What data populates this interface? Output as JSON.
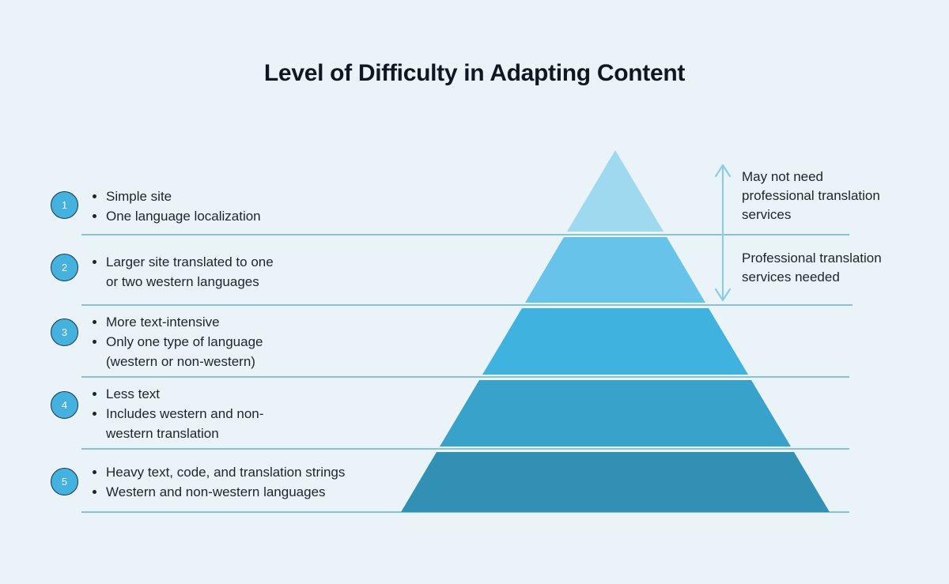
{
  "title": "Level of Difficulty in Adapting Content",
  "colors": {
    "background": "#eaf4f8",
    "title_text": "#0f1822",
    "body_text": "#1c242e",
    "divider_line": "#66b3c6",
    "arrow": "#8bcde9",
    "badge_fill": "#45b1de",
    "badge_border": "#173749",
    "badge_text": "#ffffff"
  },
  "levels": [
    {
      "number": "1",
      "bullets": [
        "Simple site",
        "One language localization"
      ]
    },
    {
      "number": "2",
      "bullets": [
        "Larger site translated to one\nor two western languages"
      ]
    },
    {
      "number": "3",
      "bullets": [
        "More text-intensive",
        "Only one type of language\n(western or non-western)"
      ]
    },
    {
      "number": "4",
      "bullets": [
        "Less text",
        "Includes western and non-\nwestern translation"
      ]
    },
    {
      "number": "5",
      "bullets": [
        "Heavy text, code, and translation strings",
        "Western and non-western languages"
      ]
    }
  ],
  "pyramid": {
    "tiers": [
      {
        "level": 1,
        "color": "#9ed9f0"
      },
      {
        "level": 2,
        "color": "#67c3e9"
      },
      {
        "level": 3,
        "color": "#40b2e0"
      },
      {
        "level": 4,
        "color": "#39a2cb"
      },
      {
        "level": 5,
        "color": "#3190b4"
      }
    ]
  },
  "annotations": [
    {
      "text": "May not need\nprofessional translation\nservices"
    },
    {
      "text": "Professional translation\nservices needed"
    }
  ]
}
